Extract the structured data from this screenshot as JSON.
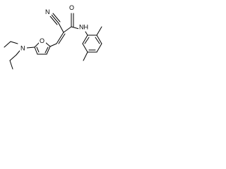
{
  "molecule": {
    "atoms": {
      "N_amine": "N",
      "O_furan": "O",
      "N_nitrile": "N",
      "O_carbonyl": "O",
      "N_amide": "NH"
    },
    "colors": {
      "bond": "#000000",
      "label": "#000000",
      "background": "#ffffff"
    }
  }
}
